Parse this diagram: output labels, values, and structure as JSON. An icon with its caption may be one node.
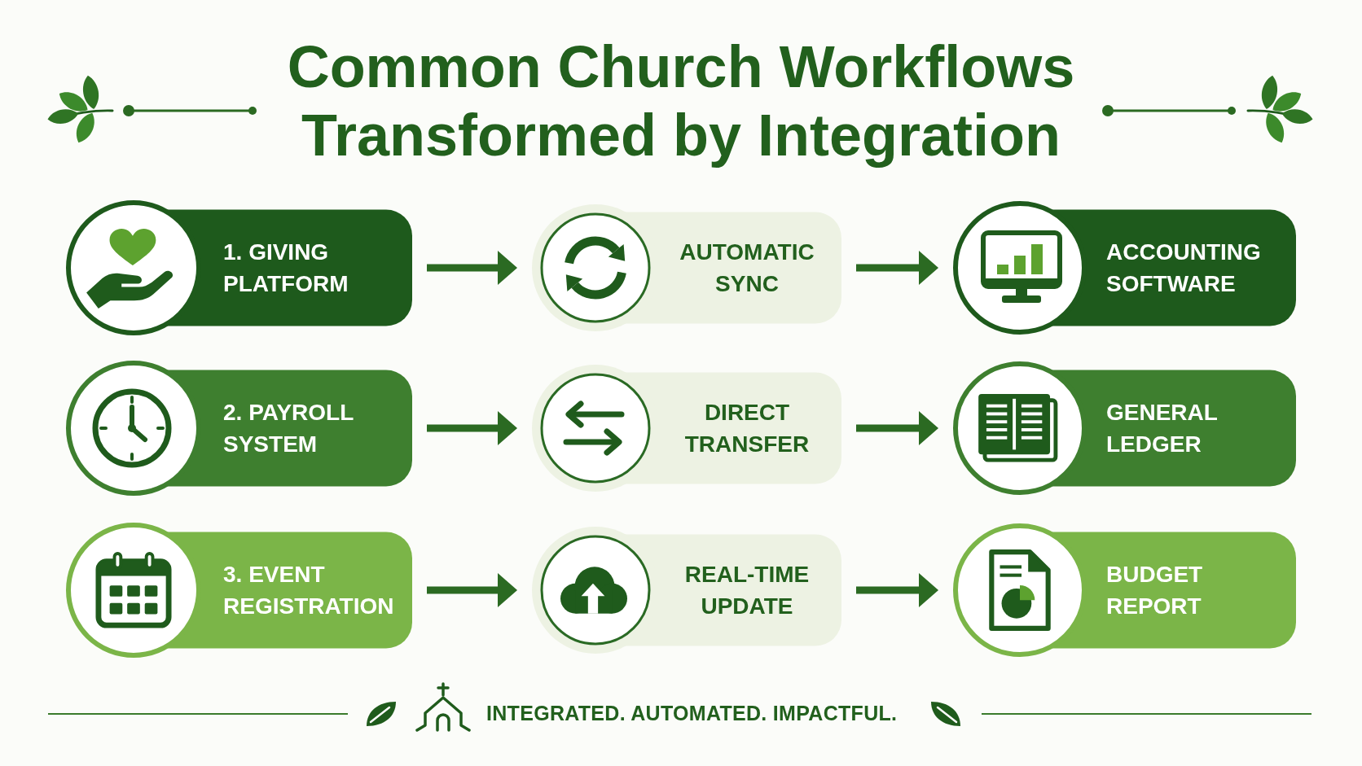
{
  "diagram": {
    "title": "Common Church Workflows Transformed by Integration",
    "nodes": [
      {
        "text": [
          "1. GIVING PLATFORM"
        ]
      },
      {
        "text": [
          "AUTOMATIC SYNC"
        ]
      },
      {
        "text": [
          "ACCOUNTING SOFTWARE"
        ]
      },
      {
        "text": [
          "2. PAYROLL SYSTEM"
        ]
      },
      {
        "text": [
          "DIRECT TRANSFER"
        ]
      },
      {
        "text": [
          "GENERAL LEDGER"
        ]
      },
      {
        "text": [
          "3. EVENT REGISTRATION"
        ]
      },
      {
        "text": [
          "REAL-TIME UPDATE"
        ]
      },
      {
        "text": [
          "BUDGET REPORT"
        ]
      }
    ],
    "edges": [
      {
        "from": 0,
        "to": 1,
        "arrow": "to"
      },
      {
        "from": 1,
        "to": 2,
        "arrow": "to"
      },
      {
        "from": 3,
        "to": 4,
        "arrow": "to"
      },
      {
        "from": 4,
        "to": 5,
        "arrow": "to"
      },
      {
        "from": 6,
        "to": 7,
        "arrow": "to"
      },
      {
        "from": 7,
        "to": 8,
        "arrow": "to"
      }
    ],
    "labels": [
      "INTEGRATED. AUTOMATED. IMPACTFUL."
    ]
  }
}
